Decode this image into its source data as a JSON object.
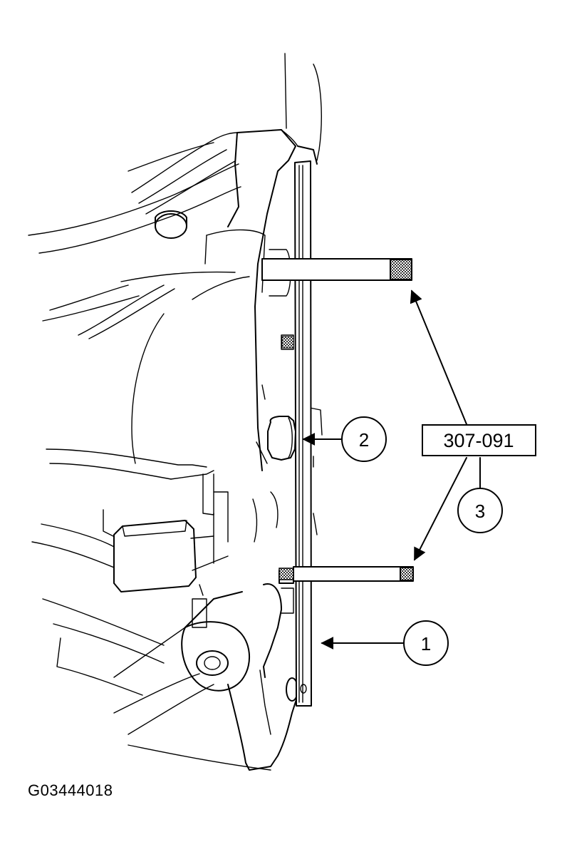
{
  "figure": {
    "figure_id": "G03444018",
    "tool_number": "307-091",
    "callouts": [
      {
        "number": "1"
      },
      {
        "number": "2"
      },
      {
        "number": "3"
      }
    ]
  },
  "colors": {
    "line": "#000000",
    "background": "#ffffff",
    "knurl": "#555555"
  }
}
